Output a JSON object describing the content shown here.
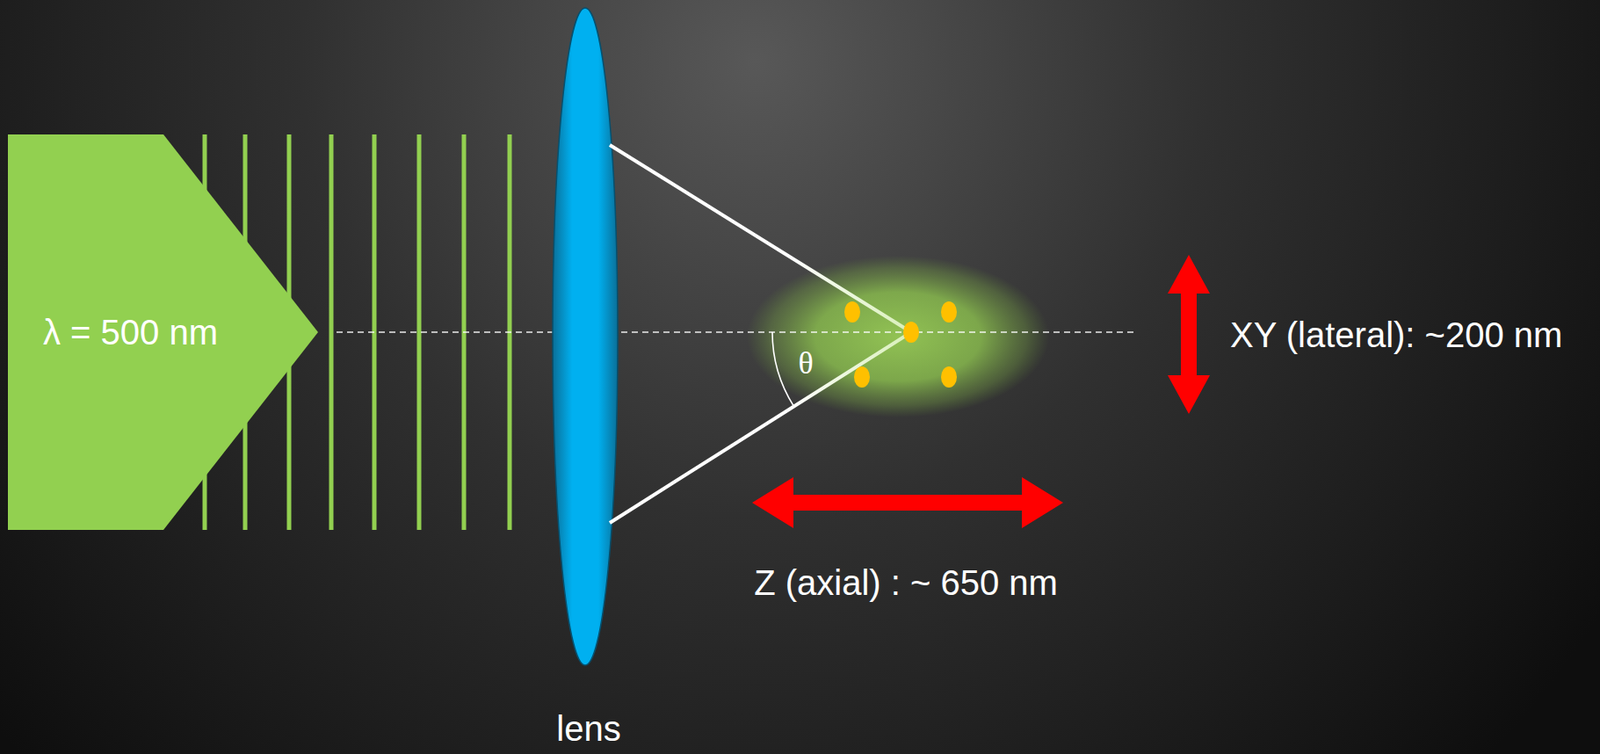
{
  "diagram": {
    "nodes": [
      {
        "text": [
          "λ = 500 nm"
        ]
      }
    ],
    "labels": [
      "θ",
      "XY (lateral): ~200 nm",
      "Z (axial) : ~ 650 nm",
      "lens"
    ]
  }
}
